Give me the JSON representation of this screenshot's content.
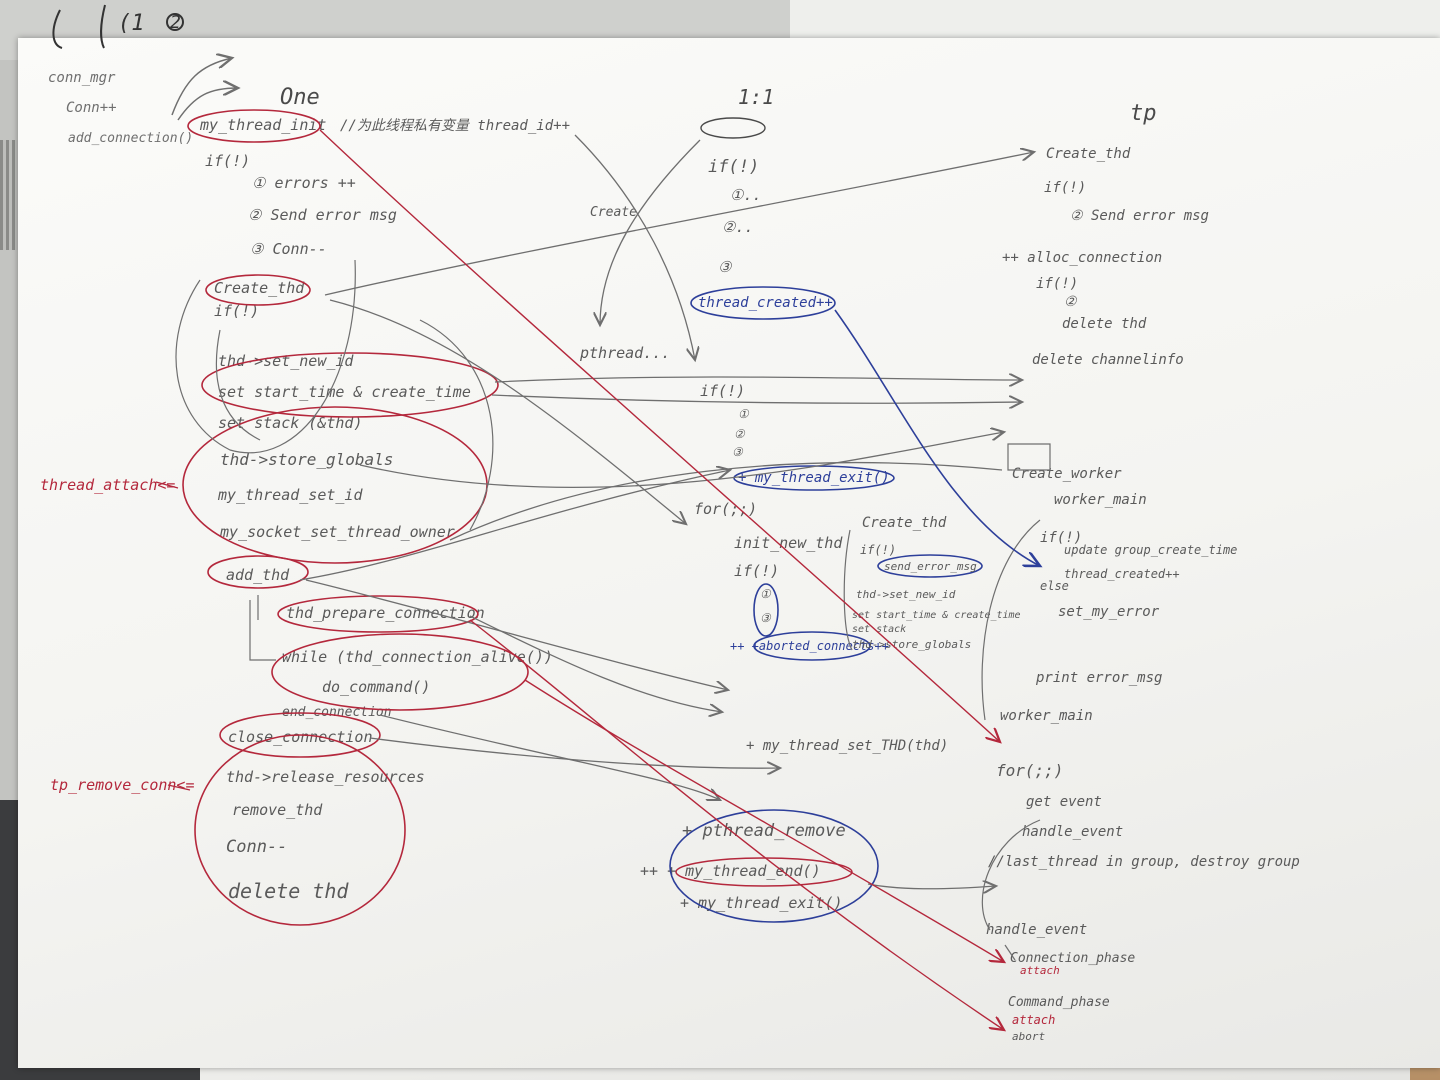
{
  "top_scribbles": [
    "(1",
    "2"
  ],
  "left_notes": [
    "conn_mgr",
    "Conn++",
    "add_connection()"
  ],
  "headers": {
    "one": "One",
    "one_to_one": "1:1",
    "tp": "tp"
  },
  "one_column": {
    "my_thread_init": "my_thread_init",
    "comment": "//为此线程私有变量 thread_id++",
    "if": "if(!)",
    "errors": "① errors ++",
    "send_error": "② Send error msg",
    "conn_dec": "③ Conn--",
    "create_thd": "Create_thd",
    "if2": "if(!)",
    "set_new_id": "thd->set_new_id",
    "set_start_time": "set start_time & create_time",
    "set_stack": "set stack (&thd)",
    "store_globals": "thd->store_globals",
    "my_thread_set_id": "my_thread_set_id",
    "socket_owner": "my_socket_set_thread_owner",
    "add_thd": "add_thd",
    "prepare_conn": "thd_prepare_connection",
    "while_alive": "while (thd_connection_alive())",
    "do_command": "do_command()",
    "end_connection": "end_connection",
    "close_connection": "close_connection",
    "release_resources": "thd->release_resources",
    "remove_thd": "remove_thd",
    "conn_dec2": "Conn--",
    "delete_thd": "delete thd"
  },
  "side_labels": {
    "thread_attach": "thread_attach<=",
    "tp_remove_conn": "tp_remove_conn<="
  },
  "middle_column": {
    "create": "Create",
    "pthread": "pthread...",
    "if_top": "if(!)",
    "c1": "①..",
    "c2": "②..",
    "c3": "③",
    "thread_created": "thread_created++",
    "if_mid": "if(!)",
    "m1": "①",
    "m2": "②",
    "m3": "③",
    "my_thread_exit": "+ my_thread_exit()",
    "for": "for(;;)",
    "init_new_thd": "init_new_thd",
    "if_inner": "if(!)",
    "i1": "①",
    "i3": "③",
    "aborted": "++ +aborted_connects++",
    "my_thread_set_thd": "+ my_thread_set_THD(thd)",
    "pthread_remove": "+ pthread_remove",
    "my_thread_end": "++ + my_thread_end()",
    "my_thread_exit2": "+ my_thread_exit()"
  },
  "inner_create_block": [
    "Create_thd",
    "if(!)",
    "send_error_msg",
    "thd->set_new_id",
    "set start_time & create_time",
    "set stack",
    "thd->store_globals"
  ],
  "tp_column": {
    "create_thd": "Create_thd",
    "if": "if(!)",
    "send_error": "② Send error msg",
    "alloc": "++ alloc_connection",
    "if2": "if(!)",
    "c2": "②",
    "delete_thd": "delete thd",
    "delete_channel": "delete channelinfo",
    "create_worker": "Create_worker",
    "worker_main": "worker_main",
    "if3": "if(!)",
    "update_group": "update group_create_time",
    "thread_created": "thread_created++",
    "else": "else",
    "set_my_error": "set_my_error",
    "print_error": "print error_msg",
    "worker_main2": "worker_main",
    "for": "for(;;)",
    "get_event": "get event",
    "handle_event": "handle_event",
    "last_thread": "//last_thread in group, destroy group",
    "handle_event2": "handle_event",
    "connection_phase": "Connection_phase",
    "attach1": "attach",
    "command_phase": "Command_phase",
    "attach2": "attach",
    "abort": "abort"
  },
  "colors": {
    "pencil": "#6f6f6f",
    "red": "#b4283c",
    "blue": "#2d3f9a",
    "ink": "#4a4a4a"
  }
}
